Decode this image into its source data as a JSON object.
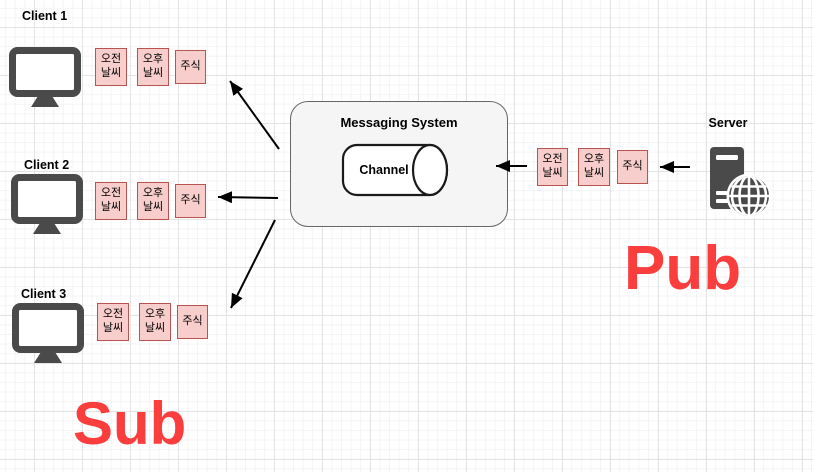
{
  "clients": [
    {
      "label": "Client 1",
      "messages": [
        "오전\n날씨",
        "오후\n날씨",
        "주식"
      ]
    },
    {
      "label": "Client 2",
      "messages": [
        "오전\n날씨",
        "오후\n날씨",
        "주식"
      ]
    },
    {
      "label": "Client 3",
      "messages": [
        "오전\n날씨",
        "오후\n날씨",
        "주식"
      ]
    }
  ],
  "messaging_system": {
    "title": "Messaging System",
    "channel_label": "Channel"
  },
  "server": {
    "label": "Server",
    "messages": [
      "오전\n날씨",
      "오후\n날씨",
      "주식"
    ]
  },
  "roles": {
    "publisher": "Pub",
    "subscriber": "Sub"
  },
  "colors": {
    "message_box_fill": "#f8cecc",
    "message_box_border": "#b85450",
    "role_text_red": "#fa3d3d",
    "icon_gray": "#4a4a4a",
    "system_box_fill": "#f5f5f5",
    "system_box_border": "#666666"
  }
}
